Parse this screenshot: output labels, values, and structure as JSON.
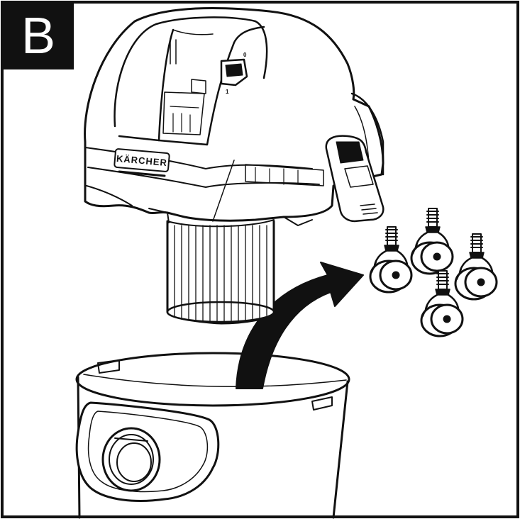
{
  "step": {
    "letter": "B"
  },
  "vacuum_head": {
    "brand_logo": "KÄRCHER",
    "switch_label_off": "0",
    "switch_label_on": "1"
  },
  "icons": {
    "arrow": "curved-arrow-icon",
    "caster": "caster-wheel-icon"
  },
  "colors": {
    "line": "#111111",
    "background": "#ffffff",
    "badge": "#111111"
  }
}
